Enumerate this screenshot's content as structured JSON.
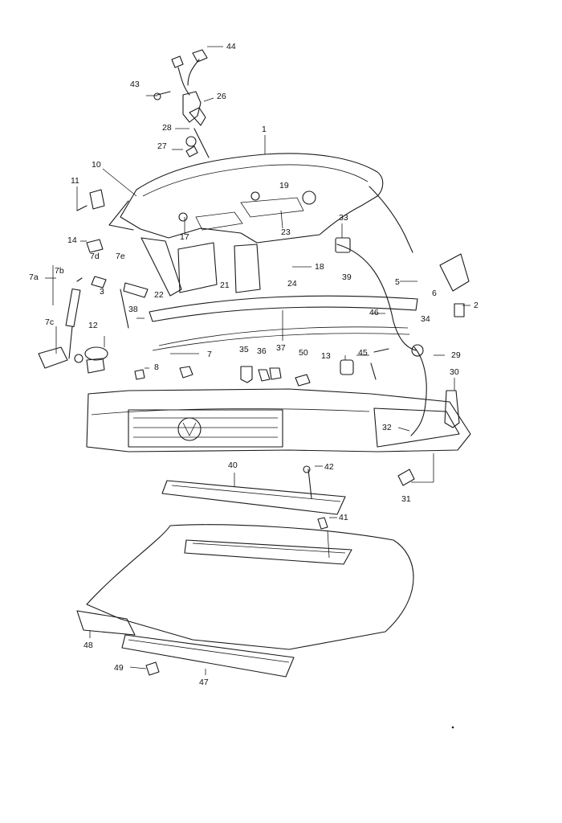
{
  "diagram": {
    "callouts": {
      "c44": "44",
      "c43": "43",
      "c26": "26",
      "c28": "28",
      "c27": "27",
      "c1": "1",
      "c10": "10",
      "c11": "11",
      "c19": "19",
      "c17": "17",
      "c23": "23",
      "c33": "33",
      "c14": "14",
      "c7d": "7d",
      "c7e": "7e",
      "c18": "18",
      "c7a": "7a",
      "c7b": "7b",
      "c3": "3",
      "c22": "22",
      "c21": "21",
      "c24": "24",
      "c39": "39",
      "c5": "5",
      "c6": "6",
      "c2": "2",
      "c38": "38",
      "c46": "46",
      "c34": "34",
      "c7c": "7c",
      "c12": "12",
      "c7": "7",
      "c35": "35",
      "c36": "36",
      "c37": "37",
      "c50": "50",
      "c13": "13",
      "c45": "45",
      "c29": "29",
      "c8": "8",
      "c30": "30",
      "c32": "32",
      "c40": "40",
      "c42": "42",
      "c31": "31",
      "c41": "41",
      "c48": "48",
      "c49": "49",
      "c47": "47"
    }
  }
}
